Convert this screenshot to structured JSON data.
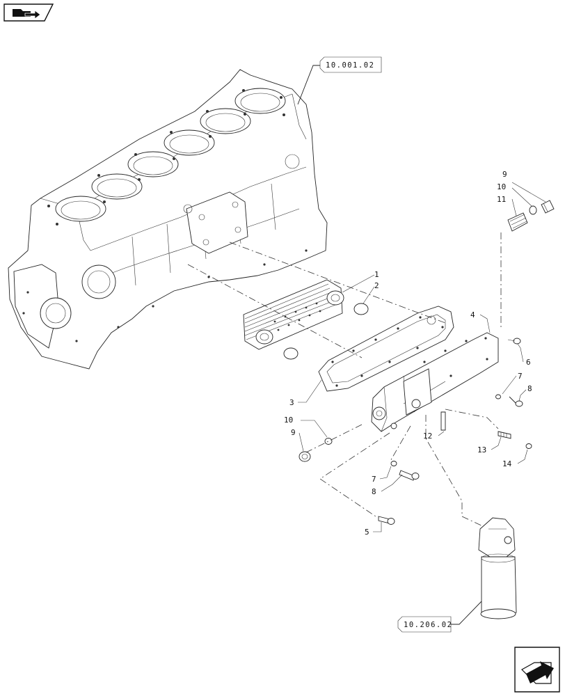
{
  "nav": {
    "prev_icon": "folder-back-icon",
    "next_icon": "next-page-arrow-icon"
  },
  "references": [
    {
      "id": "ref-engine-block",
      "text": "10.001.02"
    },
    {
      "id": "ref-oil-filter",
      "text": "10.206.02"
    }
  ],
  "callouts": [
    {
      "id": "c1",
      "text": "1"
    },
    {
      "id": "c2",
      "text": "2"
    },
    {
      "id": "c3",
      "text": "3"
    },
    {
      "id": "c4",
      "text": "4"
    },
    {
      "id": "c5",
      "text": "5"
    },
    {
      "id": "c6",
      "text": "6"
    },
    {
      "id": "c7a",
      "text": "7"
    },
    {
      "id": "c8a",
      "text": "8"
    },
    {
      "id": "c9a",
      "text": "9"
    },
    {
      "id": "c10a",
      "text": "10"
    },
    {
      "id": "c11",
      "text": "11"
    },
    {
      "id": "c9b",
      "text": "9"
    },
    {
      "id": "c10b",
      "text": "10"
    },
    {
      "id": "c12",
      "text": "12"
    },
    {
      "id": "c13",
      "text": "13"
    },
    {
      "id": "c14",
      "text": "14"
    },
    {
      "id": "c7b",
      "text": "7"
    },
    {
      "id": "c8b",
      "text": "8"
    }
  ]
}
